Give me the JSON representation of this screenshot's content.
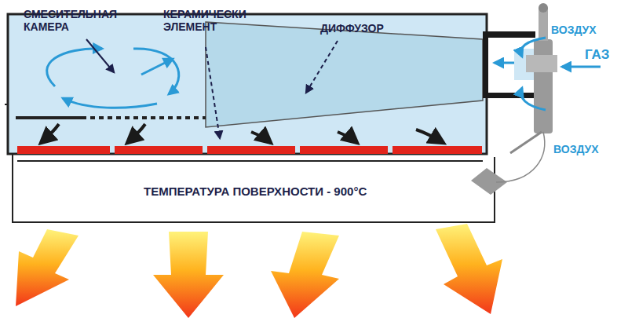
{
  "diagram": {
    "labels": [
      "СМЕСИТЕЛЬНАЯ КАМЕРА",
      "КЕРАМИЧЕСКИ ЭЛЕМЕНТ",
      "ДИФФУЗОР",
      "ВОЗДУХ",
      "ГАЗ",
      "ВОЗДУХ",
      "ТЕМПЕРАТУРА ПОВЕРХНОСТИ - 900°С"
    ]
  }
}
